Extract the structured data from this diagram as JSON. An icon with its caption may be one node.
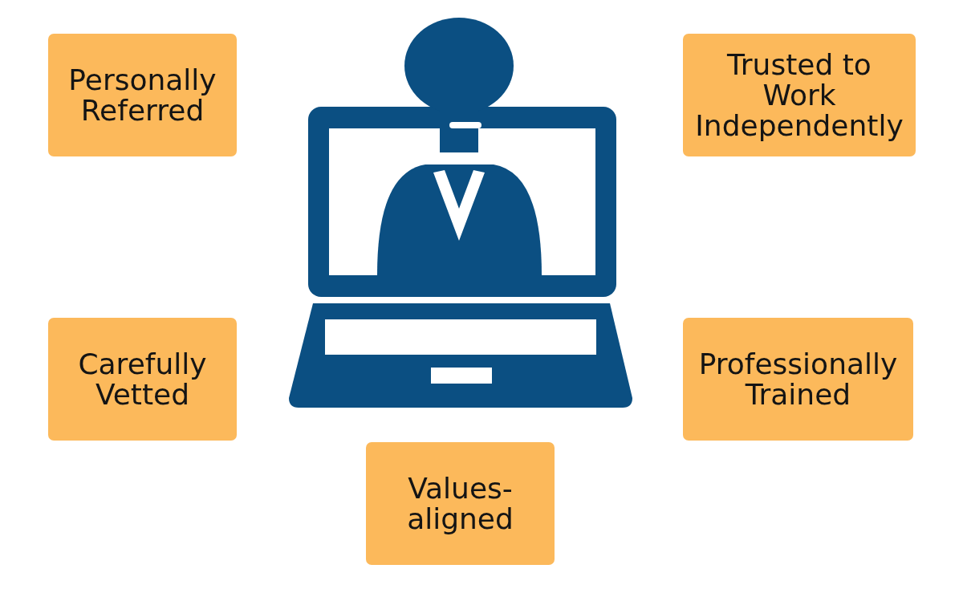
{
  "diagram": {
    "nodes": [
      {
        "text": [
          "Personally Referred"
        ]
      },
      {
        "text": [
          "Trusted to Work Independently"
        ]
      },
      {
        "text": [
          "Carefully Vetted"
        ]
      },
      {
        "text": [
          "Professionally Trained"
        ]
      },
      {
        "text": [
          "Values-aligned"
        ]
      }
    ]
  }
}
